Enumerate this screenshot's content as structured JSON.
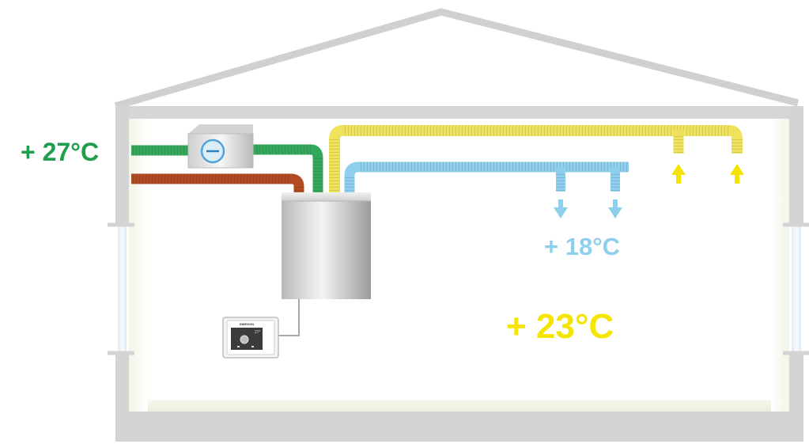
{
  "temperatures": {
    "outdoor": "+ 27°C",
    "supply": "+ 18°C",
    "room": "+ 23°C"
  },
  "controller": {
    "brand": "SWEGON",
    "display_value": "27°"
  },
  "colors": {
    "outdoor_text": "#1f9e4b",
    "supply_text": "#8ecfee",
    "room_text": "#f4e600",
    "outdoor_air_duct": "#34a85a",
    "exhaust_duct": "#b24a22",
    "extract_duct": "#efe35c",
    "supply_duct": "#8ecfee",
    "house_outline": "#d0d0d0"
  }
}
